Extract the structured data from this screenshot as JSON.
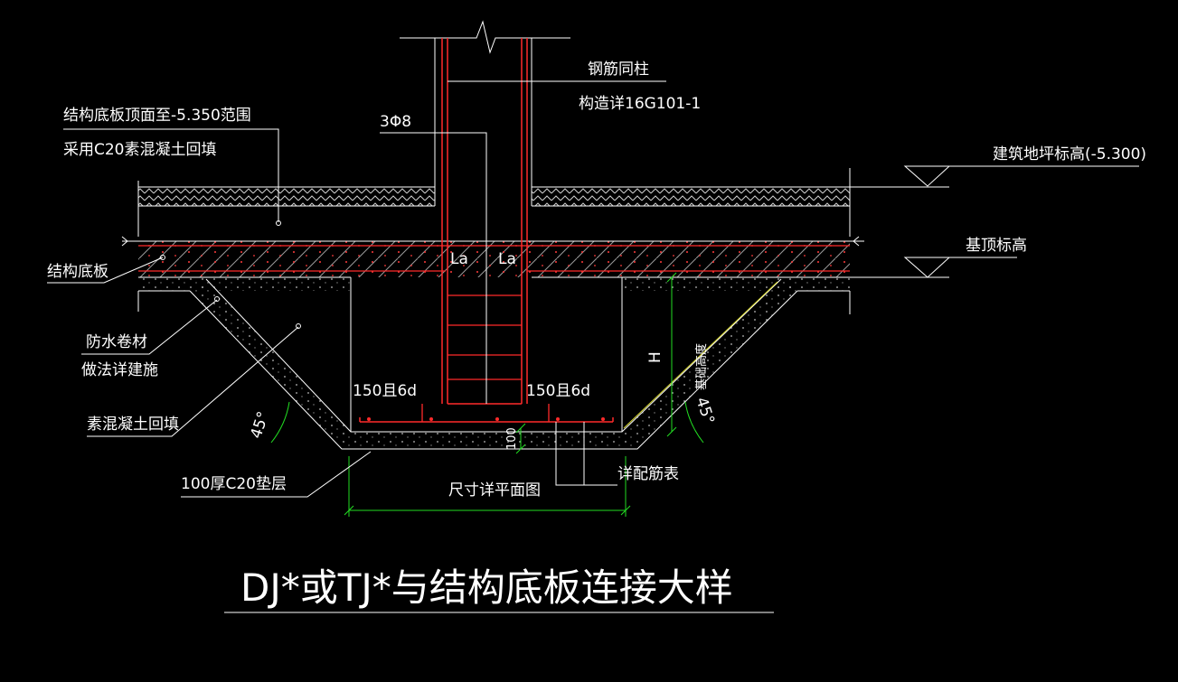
{
  "labels": {
    "fill_range_line1": "结构底板顶面至-5.350范围",
    "fill_range_line2": "采用C20素混凝土回填",
    "rebar_same_column": "钢筋同柱",
    "construction_detail": "构造详16G101-1",
    "stirrups": "3Φ8",
    "finished_floor_level": "建筑地坪标高(-5.300)",
    "foundation_top_level": "基顶标高",
    "structural_slab": "结构底板",
    "waterproof_line1": "防水卷材",
    "waterproof_line2": "做法详建施",
    "plain_concrete_fill": "素混凝土回填",
    "cushion": "100厚C20垫层",
    "dimension_plan": "尺寸详平面图",
    "rebar_table": "详配筋表",
    "anchor_left": "La",
    "anchor_right": "La",
    "hook_left": "150且6d",
    "hook_right": "150且6d",
    "angle_left": "45°",
    "angle_right": "45°",
    "height_h": "H",
    "foundation_height": "基础高度",
    "cushion_thickness": "100"
  },
  "title": "DJ*或TJ*与结构底板连接大样",
  "colors": {
    "background": "#000000",
    "line": "#ffffff",
    "rebar": "#ff2a2a",
    "dimension": "#22dd22",
    "hatch": "#bbbbbb",
    "leader": "#ffffff",
    "waterproof": "#dddd33"
  }
}
